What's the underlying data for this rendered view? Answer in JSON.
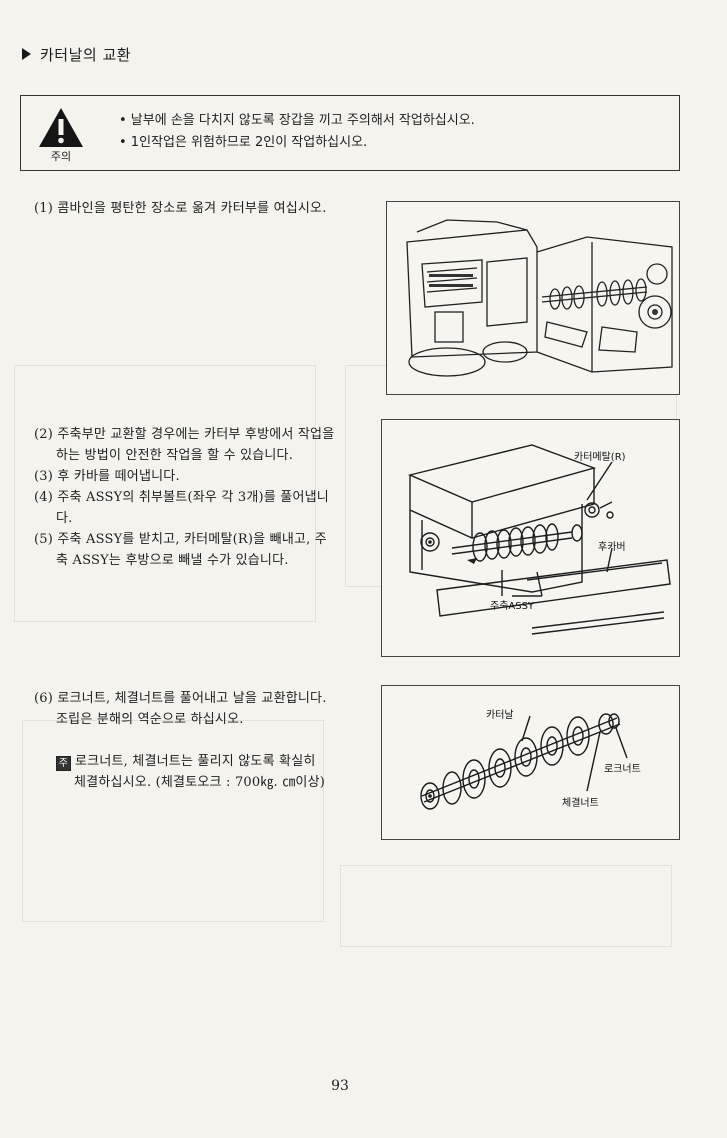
{
  "page": {
    "section_title": "카터날의 교환",
    "page_number": "93"
  },
  "warning": {
    "label": "주의",
    "lines": [
      "• 날부에 손을 다치지 않도록 장갑을 끼고 주의해서 작업하십시오.",
      "• 1인작업은 위험하므로 2인이 작업하십시오."
    ]
  },
  "steps": {
    "s1": "(1) 콤바인을 평탄한 장소로 옮겨 카터부를 여십시오.",
    "s2_a": "(2) 주축부만 교환할 경우에는 카터부 후방에서 작업을",
    "s2_b": "하는 방법이 안전한 작업을 할 수 있습니다.",
    "s3": "(3) 후 카바를 떼어냅니다.",
    "s4_a": "(4) 주축 ASSY의 취부볼트(좌우 각 3개)를 풀어냅니",
    "s4_b": "다.",
    "s5_a": "(5) 주축 ASSY를 받치고, 카터메탈(R)을 빼내고, 주",
    "s5_b": "축 ASSY는 후방으로 빼낼 수가 있습니다.",
    "s6_a": "(6) 로크너트, 체결너트를 풀어내고 날을 교환합니다.",
    "s6_b": "조립은 분해의 역순으로 하십시오."
  },
  "note": {
    "icon_char": "주",
    "line1": "로크너트, 체결너트는 풀리지 않도록 확실히",
    "line2": "체결하십시오. (체결토오크 : 700㎏. ㎝이상)"
  },
  "figure2": {
    "label_metal": "카터메탈(R)",
    "label_cover": "후카버",
    "label_shaft": "주축ASSY"
  },
  "figure3": {
    "label_blade": "카터날",
    "label_locknut": "로크너트",
    "label_nut": "체결너트"
  }
}
